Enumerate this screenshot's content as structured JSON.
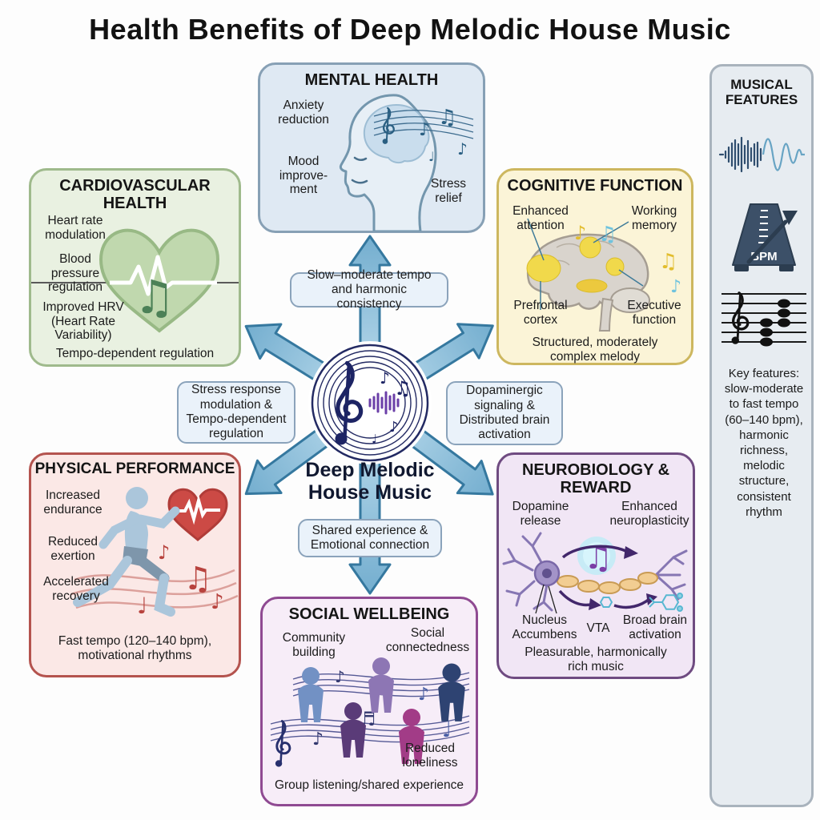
{
  "title": "Health Benefits of Deep Melodic House Music",
  "center": {
    "label": "Deep Melodic\nHouse Music"
  },
  "connectors": {
    "top": "Slow–moderate tempo\nand harmonic consistency",
    "left": "Stress response\nmodulation &\nTempo-dependent\nregulation",
    "right": "Dopaminergic\nsignaling &\nDistributed brain\nactivation",
    "bottom": "Shared experience &\nEmotional connection"
  },
  "mental_health": {
    "title": "MENTAL HEALTH",
    "anxiety": "Anxiety\nreduction",
    "mood": "Mood\nimprove-\nment",
    "stress": "Stress\nrelief"
  },
  "cardiovascular": {
    "title": "CARDIOVASCULAR\nHEALTH",
    "heart_rate": "Heart rate\nmodulation",
    "blood_pressure": "Blood\npressure\nregulation",
    "hrv": "Improved HRV\n(Heart Rate\nVariability)",
    "footer": "Tempo-dependent regulation"
  },
  "cognitive": {
    "title": "COGNITIVE FUNCTION",
    "attention": "Enhanced\nattention",
    "working_memory": "Working\nmemory",
    "prefrontal": "Prefrontal\ncortex",
    "executive": "Executive\nfunction",
    "footer": "Structured, moderately\ncomplex melody"
  },
  "physical": {
    "title": "PHYSICAL PERFORMANCE",
    "endurance": "Increased\nendurance",
    "exertion": "Reduced\nexertion",
    "recovery": "Accelerated\nrecovery",
    "footer": "Fast tempo (120–140 bpm),\nmotivational rhythms"
  },
  "neurobiology": {
    "title": "NEUROBIOLOGY &\nREWARD",
    "dopamine": "Dopamine\nrelease",
    "neuroplasticity": "Enhanced\nneuroplasticity",
    "nucleus_accumbens": "Nucleus\nAccumbens",
    "vta": "VTA",
    "broad_activation": "Broad brain\nactivation",
    "footer": "Pleasurable, harmonically\nrich music"
  },
  "social": {
    "title": "SOCIAL WELLBEING",
    "community": "Community\nbuilding",
    "connectedness": "Social\nconnectedness",
    "loneliness": "Reduced\nloneliness",
    "footer": "Group listening/shared experience"
  },
  "musical_features": {
    "title": "MUSICAL\nFEATURES",
    "bpm_label": "BPM",
    "key_features": "Key features:\nslow-moderate\nto fast tempo\n(60–140 bpm),\nharmonic\nrichness,\nmelodic\nstructure,\nconsistent\nrhythm"
  },
  "colors": {
    "mental_fill": "#dfe9f3",
    "mental_border": "#87a0b5",
    "cardio_fill": "#e9f1e1",
    "cardio_border": "#9fba8c",
    "cognitive_fill": "#fbf4d7",
    "cognitive_border": "#cdb75f",
    "physical_fill": "#fbe8e6",
    "physical_border": "#b4534e",
    "neuro_fill": "#f1e6f5",
    "neuro_border": "#6f4b81",
    "social_fill": "#f7edf8",
    "social_border": "#8f4a92",
    "musical_fill": "#e7ecf1",
    "musical_border": "#a9b3bd",
    "arrow_fill": "#8cc0dc",
    "arrow_stroke": "#35789f"
  }
}
